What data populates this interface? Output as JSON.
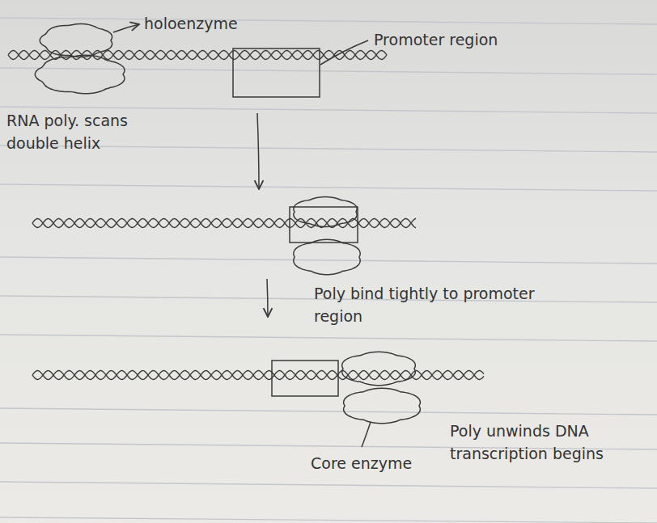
{
  "diagram": {
    "labels": [
      "holoenzyme",
      "Promoter region",
      "RNA poly. scans double helix",
      "Poly bind tightly to promoter region",
      "Poly unwinds DNA transcription begins",
      "Core enzyme"
    ]
  }
}
